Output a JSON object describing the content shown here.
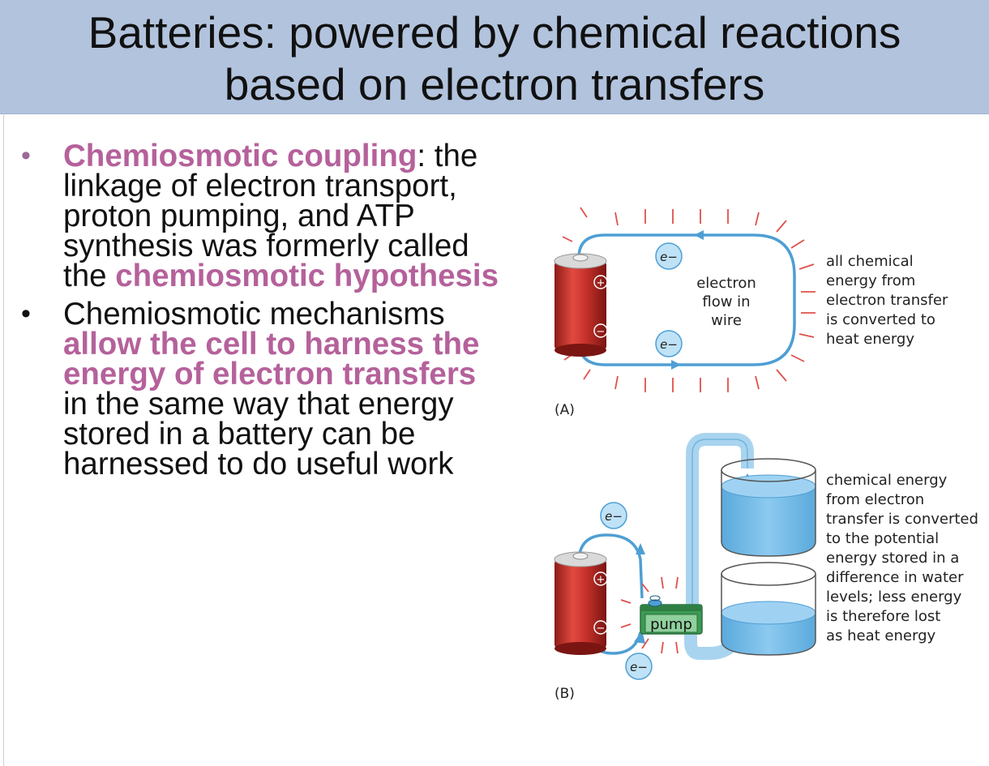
{
  "slide": {
    "title_line1": "Batteries: powered by chemical reactions",
    "title_line2": "based on electron transfers"
  },
  "bullets": [
    {
      "hl1": "Chemiosmotic coupling",
      "text1": ": the linkage of electron transport, proton pumping, and ATP synthesis was formerly called the ",
      "hl2": "chemiosmotic hypothesis"
    },
    {
      "text1": "Chemiosmotic mechanisms ",
      "hl1": "allow the cell to harness the energy of electron transfers",
      "text2": " in the same way that energy stored in a battery can be harnessed to do useful work"
    }
  ],
  "figure": {
    "panel_a": {
      "label": "(A)",
      "electron_label": "e−",
      "wire_label": [
        "electron",
        "flow in",
        "wire"
      ],
      "caption": [
        "all chemical",
        "energy from",
        "electron transfer",
        "is converted to",
        "heat energy"
      ]
    },
    "panel_b": {
      "label": "(B)",
      "electron_label": "e−",
      "pump_label": "pump",
      "caption": [
        "chemical energy",
        "from electron",
        "transfer is converted",
        "to the potential",
        "energy stored in a",
        "difference in water",
        "levels; less energy",
        "is therefore lost",
        "as heat energy"
      ]
    },
    "battery_plus": "+",
    "battery_minus": "−"
  },
  "colors": {
    "title_bg": "#b2c3dd",
    "highlight": "#b5619b",
    "wire": "#4f9fd4",
    "battery": "#c7322b",
    "heat_ticks": "#e0504a",
    "water": "#6fb8e6",
    "pump": "#3d9a55"
  }
}
